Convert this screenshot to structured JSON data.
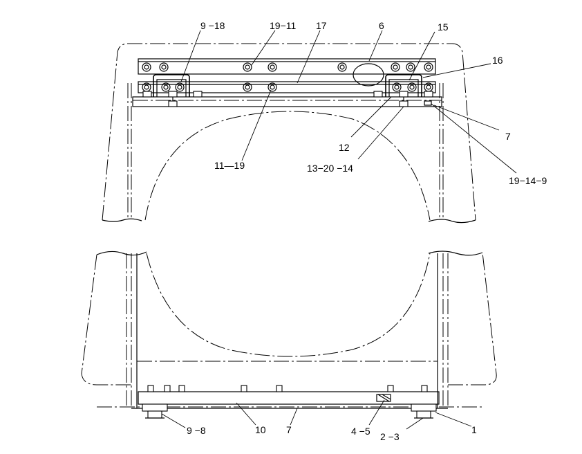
{
  "labels": {
    "l_9_18": "9 −18",
    "l_19_11": "19−11",
    "l_17": "17",
    "l_6": "6",
    "l_15": "15",
    "l_16": "16",
    "l_7_top": "7",
    "l_12": "12",
    "l_13_20_14": "13−20 −14",
    "l_19_14_9": "19−14−9",
    "l_11_19": "11—19",
    "l_9_8": "9 −8",
    "l_10": "10",
    "l_7_bottom": "7",
    "l_4_5": "4 −5",
    "l_2_3": "2 −3",
    "l_1": "1"
  }
}
